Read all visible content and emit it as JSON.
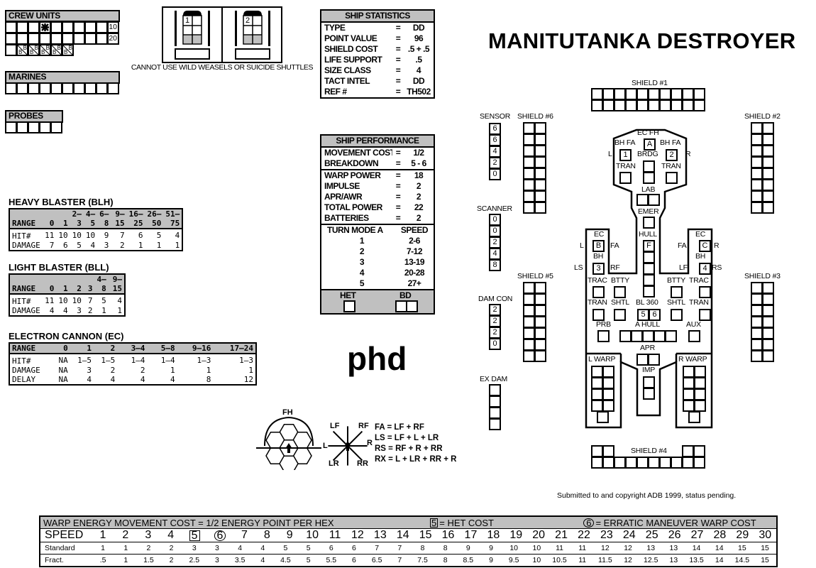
{
  "title": "MANITUTANKA DESTROYER",
  "crew_units": {
    "label": "CREW UNITS",
    "row_totals": [
      "10",
      "20"
    ],
    "boarding_mark": "B",
    "boarding_boxes": 5
  },
  "marines": {
    "label": "MARINES",
    "boxes": 10
  },
  "probes": {
    "label": "PROBES",
    "boxes": 5
  },
  "shuttles": {
    "bays": [
      "1",
      "2"
    ],
    "note": "CANNOT USE WILD WEASELS OR SUICIDE SHUTTLES"
  },
  "ship_statistics": {
    "header": "SHIP STATISTICS",
    "rows": [
      {
        "label": "TYPE",
        "value": "DD"
      },
      {
        "label": "POINT VALUE",
        "value": "96"
      },
      {
        "label": "SHIELD COST",
        "value": ".5 + .5"
      },
      {
        "label": "LIFE SUPPORT",
        "value": ".5"
      },
      {
        "label": "SIZE CLASS",
        "value": "4"
      },
      {
        "label": "TACT INTEL",
        "value": "DD"
      },
      {
        "label": "REF #",
        "value": "TH502"
      }
    ]
  },
  "ship_performance": {
    "header": "SHIP PERFORMANCE",
    "movement": [
      {
        "label": "MOVEMENT COST",
        "value": "1/2"
      },
      {
        "label": "BREAKDOWN",
        "value": "5 - 6"
      }
    ],
    "power": [
      {
        "label": "WARP POWER",
        "value": "18"
      },
      {
        "label": "IMPULSE",
        "value": "2"
      },
      {
        "label": "APR/AWR",
        "value": "2"
      },
      {
        "label": "TOTAL POWER",
        "value": "22"
      },
      {
        "label": "BATTERIES",
        "value": "2"
      }
    ],
    "turn_mode_header": "TURN MODE A",
    "speed_header": "SPEED",
    "turn_modes": [
      [
        "1",
        "2-6"
      ],
      [
        "2",
        "7-12"
      ],
      [
        "3",
        "13-19"
      ],
      [
        "4",
        "20-28"
      ],
      [
        "5",
        "27+"
      ]
    ],
    "het_label": "HET",
    "bd_label": "BD"
  },
  "weapons": [
    {
      "title": "HEAVY BLASTER (BLH)",
      "range_label": "RANGE",
      "range_top": [
        "",
        "",
        "2–",
        "4–",
        "6–",
        "9–",
        "16–",
        "26–",
        "51–"
      ],
      "range_bottom": [
        "0",
        "1",
        "3",
        "5",
        "8",
        "15",
        "25",
        "50",
        "75"
      ],
      "rows": [
        {
          "label": "HIT#",
          "values": [
            "11",
            "10",
            "10",
            "10",
            "9",
            "7",
            "6",
            "5",
            "4"
          ]
        },
        {
          "label": "DAMAGE",
          "values": [
            "7",
            "6",
            "5",
            "4",
            "3",
            "2",
            "1",
            "1",
            "1"
          ]
        }
      ]
    },
    {
      "title": "LIGHT BLASTER (BLL)",
      "range_label": "RANGE",
      "range_top": [
        "",
        "",
        "",
        "",
        "4–",
        "9–"
      ],
      "range_bottom": [
        "0",
        "1",
        "2",
        "3",
        "8",
        "15"
      ],
      "rows": [
        {
          "label": "HIT#",
          "values": [
            "11",
            "10",
            "10",
            "7",
            "5",
            "4"
          ]
        },
        {
          "label": "DAMAGE",
          "values": [
            "4",
            "4",
            "3",
            "2",
            "1",
            "1"
          ]
        }
      ]
    },
    {
      "title": "ELECTRON CANNON (EC)",
      "range_label": "RANGE",
      "range_top": null,
      "range_bottom": [
        "0",
        "1",
        "2",
        "3–4",
        "5–8",
        "9–16",
        "17–24"
      ],
      "rows": [
        {
          "label": "HIT#",
          "values": [
            "NA",
            "1–5",
            "1–5",
            "1–4",
            "1–4",
            "1–3",
            "1–3"
          ]
        },
        {
          "label": "DAMAGE",
          "values": [
            "NA",
            "3",
            "2",
            "2",
            "1",
            "1",
            "1"
          ]
        },
        {
          "label": "DELAY",
          "values": [
            "NA",
            "4",
            "4",
            "4",
            "4",
            "8",
            "12"
          ]
        }
      ]
    }
  ],
  "logo": "phd",
  "arcs": {
    "fh": "FH",
    "dirs": [
      "LF",
      "RF",
      "L",
      "R",
      "LR",
      "RR"
    ],
    "formulas": [
      "FA = LF + RF",
      "LS = LF + L + LR",
      "RS = RF + R + RR",
      "RX = L + LR + RR + R"
    ]
  },
  "ssd": {
    "sensor": {
      "label": "SENSOR",
      "values": [
        "6",
        "6",
        "4",
        "2",
        "0"
      ]
    },
    "scanner": {
      "label": "SCANNER",
      "values": [
        "0",
        "0",
        "2",
        "4",
        "8"
      ]
    },
    "damcon": {
      "label": "DAM CON",
      "values": [
        "2",
        "2",
        "2",
        "0"
      ]
    },
    "exdam": {
      "label": "EX DAM",
      "boxes": 4
    },
    "shields": [
      {
        "label": "SHIELD #1",
        "boxes": 20
      },
      {
        "label": "SHIELD #2",
        "boxes": 16
      },
      {
        "label": "SHIELD #3",
        "boxes": 14
      },
      {
        "label": "SHIELD #4",
        "boxes": 14
      },
      {
        "label": "SHIELD #5",
        "boxes": 14
      },
      {
        "label": "SHIELD #6",
        "boxes": 16
      }
    ],
    "labels": [
      "EC FH",
      "BH FA",
      "BH FA",
      "L",
      "BRDG",
      "R",
      "TRAN",
      "TRAN",
      "LAB",
      "EMER",
      "HULL",
      "EC",
      "L",
      "FA",
      "BH",
      "LS",
      "RF",
      "EC",
      "FA",
      "R",
      "BH",
      "LF",
      "RS",
      "TRAC",
      "BTTY",
      "BTTY",
      "TRAC",
      "TRAN",
      "SHTL",
      "BL 360",
      "SHTL",
      "TRAN",
      "PRB",
      "A HULL",
      "AUX",
      "APR",
      "IMP",
      "L WARP",
      "R WARP"
    ],
    "weapon_boxes": [
      "A",
      "1",
      "2",
      "B",
      "3",
      "C",
      "4",
      "F",
      "5",
      "6"
    ]
  },
  "copyright": "Submitted to and copyright ADB 1999, status pending.",
  "movement_table": {
    "header": "WARP ENERGY MOVEMENT COST = 1/2 ENERGY POINT PER HEX",
    "het_num": "5",
    "het_text": "= HET COST",
    "em_num": "6",
    "em_text": "= ERRATIC MANEUVER WARP COST",
    "speed_label": "SPEED",
    "speeds": [
      "1",
      "2",
      "3",
      "4",
      "5",
      "6",
      "7",
      "8",
      "9",
      "10",
      "11",
      "12",
      "13",
      "14",
      "15",
      "16",
      "17",
      "18",
      "19",
      "20",
      "21",
      "22",
      "23",
      "24",
      "25",
      "26",
      "27",
      "28",
      "29",
      "30"
    ],
    "standard_label": "Standard",
    "standard": [
      "1",
      "1",
      "2",
      "2",
      "3",
      "3",
      "4",
      "4",
      "5",
      "5",
      "6",
      "6",
      "7",
      "7",
      "8",
      "8",
      "9",
      "9",
      "10",
      "10",
      "11",
      "11",
      "12",
      "12",
      "13",
      "13",
      "14",
      "14",
      "15",
      "15"
    ],
    "fract_label": "Fract.",
    "fract": [
      ".5",
      "1",
      "1.5",
      "2",
      "2.5",
      "3",
      "3.5",
      "4",
      "4.5",
      "5",
      "5.5",
      "6",
      "6.5",
      "7",
      "7.5",
      "8",
      "8.5",
      "9",
      "9.5",
      "10",
      "10.5",
      "11",
      "11.5",
      "12",
      "12.5",
      "13",
      "13.5",
      "14",
      "14.5",
      "15"
    ]
  }
}
